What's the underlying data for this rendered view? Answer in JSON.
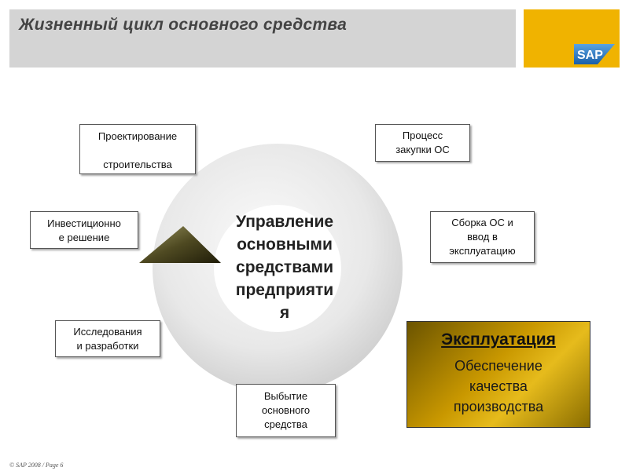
{
  "slide": {
    "title": "Жизненный цикл основного средства",
    "footer": "© SAP 2008 / Page 6",
    "logo_text": "SAP"
  },
  "center": {
    "lines": [
      "Управление",
      "основными",
      "средствами",
      "предприяти",
      "я"
    ]
  },
  "stages": [
    {
      "id": "design",
      "lines": [
        "Проектирование",
        "",
        "строительства"
      ]
    },
    {
      "id": "investment",
      "lines": [
        "Инвестиционно",
        "е решение"
      ]
    },
    {
      "id": "research",
      "lines": [
        "Исследования",
        "и разработки"
      ]
    },
    {
      "id": "disposal",
      "lines": [
        "Выбытие",
        "основного",
        "средства"
      ]
    },
    {
      "id": "procurement",
      "lines": [
        "Процесс",
        "закупки ОС"
      ]
    },
    {
      "id": "assembly",
      "lines": [
        "Сборка ОС и",
        "ввод в",
        "эксплуатацию"
      ]
    }
  ],
  "operation": {
    "title": "Эксплуатация",
    "lines": [
      "Обеспечение",
      "качества",
      "производства"
    ]
  },
  "colors": {
    "logo_bg": "#f0b300",
    "title_bar": "#d4d4d4",
    "ring": "#e6e6e6",
    "arrow": "#5f5a2c",
    "operation_gold": "#c99800"
  }
}
